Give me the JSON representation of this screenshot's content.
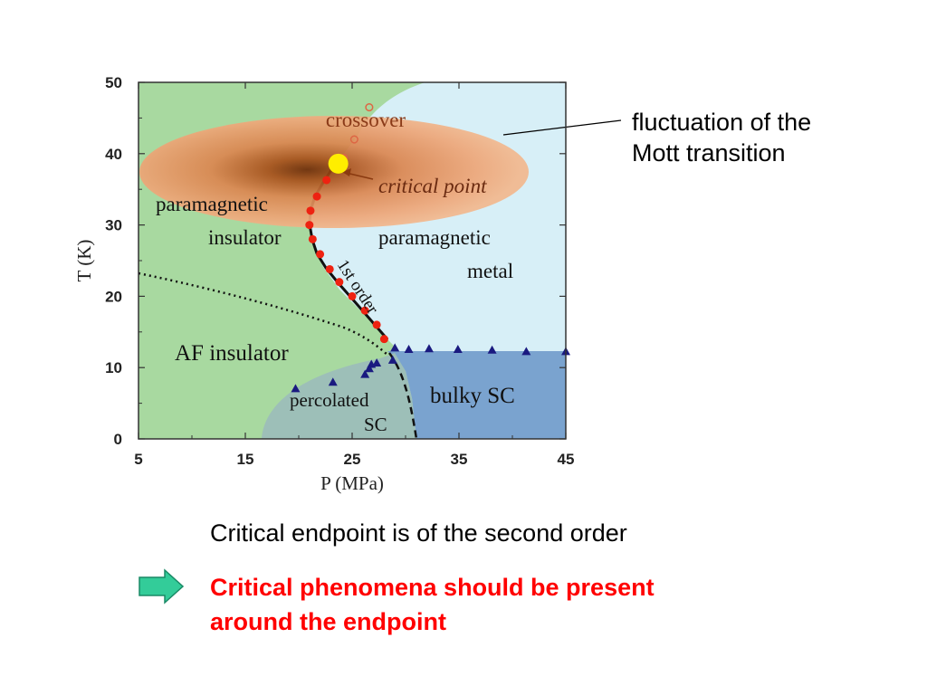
{
  "slide": {
    "callout": {
      "line1": "fluctuation of the",
      "line2": "Mott transition"
    },
    "statement": "Critical endpoint is of the second order",
    "conclusion": {
      "line1": "Critical phenomena should be present",
      "line2": "around the endpoint"
    },
    "arrow_icon": "right-arrow-icon",
    "colors": {
      "conclusion": "#ff0000",
      "arrow_fill": "#33cc99",
      "arrow_stroke": "#1a8a66"
    }
  },
  "chart_data": {
    "type": "scatter",
    "xlabel": "P (MPa)",
    "ylabel": "T (K)",
    "xlim": [
      5,
      45
    ],
    "ylim": [
      0,
      50
    ],
    "xticks": [
      5,
      15,
      25,
      35,
      45
    ],
    "yticks": [
      0,
      10,
      20,
      30,
      40,
      50
    ],
    "grid": false,
    "region_labels": {
      "paramagnetic_insulator": [
        "paramagnetic",
        "insulator"
      ],
      "paramagnetic_metal": [
        "paramagnetic",
        "metal"
      ],
      "af_insulator": "AF insulator",
      "percolated_sc": [
        "percolated",
        "SC"
      ],
      "bulky_sc": "bulky SC",
      "crossover": "crossover",
      "critical_point": "critical point",
      "first_order": "1st order"
    },
    "critical_point": {
      "x": 23.7,
      "y": 38.6
    },
    "series": [
      {
        "marker": "filled-circle",
        "color": "#ee2211",
        "x": [
          22.6,
          21.7,
          21.1,
          21.0,
          21.3,
          22.0,
          22.9,
          23.8,
          25.0,
          26.2,
          27.3,
          28.0
        ],
        "y": [
          36.3,
          34.0,
          32.0,
          30.0,
          28.0,
          25.9,
          23.8,
          22.0,
          20.0,
          18.0,
          16.0,
          14.0
        ]
      },
      {
        "marker": "open-circle",
        "color": "#dd6644",
        "x": [
          24.2,
          25.2,
          26.6
        ],
        "y": [
          39.4,
          42.0,
          46.5
        ]
      },
      {
        "marker": "triangle",
        "color": "#1a1a80",
        "x": [
          19.7,
          23.2,
          26.2,
          26.8,
          26.6,
          27.3,
          28.8,
          29.0,
          30.3,
          32.2,
          34.9,
          38.1,
          41.3,
          45.0
        ],
        "y": [
          7.0,
          7.9,
          9.0,
          10.4,
          9.8,
          10.6,
          11.0,
          12.7,
          12.5,
          12.6,
          12.5,
          12.4,
          12.2,
          12.2
        ]
      }
    ]
  }
}
